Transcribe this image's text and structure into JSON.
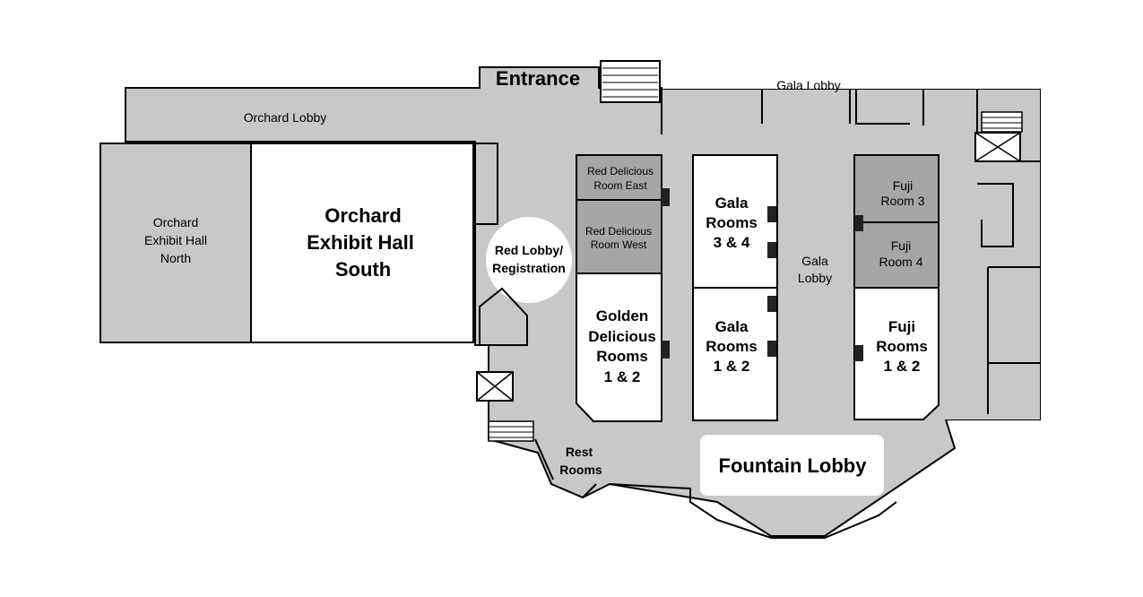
{
  "colors": {
    "corridor": "#c8c8c8",
    "room_light": "#ffffff",
    "room_dark": "#a6a6a6",
    "wall": "#000000"
  },
  "labels": {
    "entrance": "Entrance",
    "orchard_lobby": "Orchard Lobby",
    "orchard_north": [
      "Orchard",
      "Exhibit Hall",
      "North"
    ],
    "orchard_south": [
      "Orchard",
      "Exhibit Hall",
      "South"
    ],
    "red_lobby": [
      "Red Lobby/",
      "Registration"
    ],
    "red_delicious_east": [
      "Red Delicious",
      "Room East"
    ],
    "red_delicious_west": [
      "Red Delicious",
      "Room West"
    ],
    "golden_delicious": [
      "Golden",
      "Delicious",
      "Rooms",
      "1 & 2"
    ],
    "gala_34": [
      "Gala",
      "Rooms",
      "3 & 4"
    ],
    "gala_12": [
      "Gala",
      "Rooms",
      "1 & 2"
    ],
    "gala_lobby_top": "Gala Lobby",
    "gala_lobby": [
      "Gala",
      "Lobby"
    ],
    "fuji_3": [
      "Fuji",
      "Room 3"
    ],
    "fuji_4": [
      "Fuji",
      "Room 4"
    ],
    "fuji_12": [
      "Fuji",
      "Rooms",
      "1 & 2"
    ],
    "rest_rooms": [
      "Rest",
      "Rooms"
    ],
    "fountain_lobby": "Fountain Lobby"
  }
}
